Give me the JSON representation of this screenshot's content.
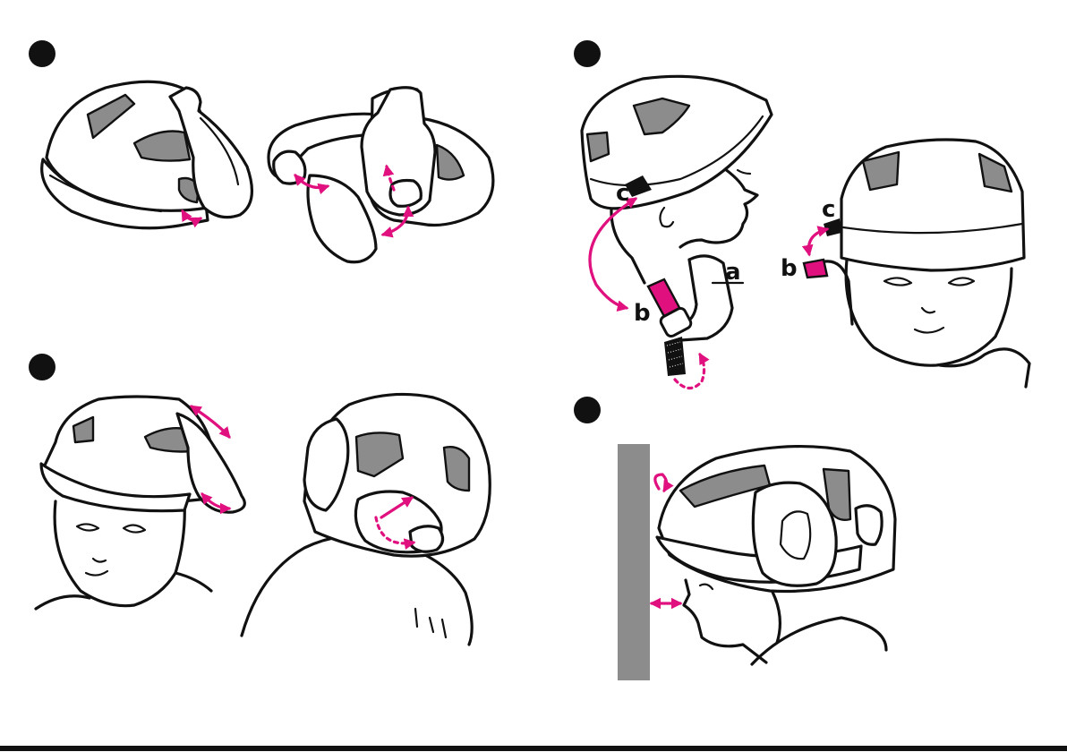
{
  "colors": {
    "accent": "#e0107f",
    "line": "#111111",
    "padding": "#8c8c8c",
    "background": "#ffffff"
  },
  "labels": {
    "strap_a": "a",
    "strap_b": "b",
    "strap_c": "c"
  },
  "icons": [
    "step-marker-icon",
    "double-arrow-icon",
    "rotate-arrow-icon"
  ]
}
